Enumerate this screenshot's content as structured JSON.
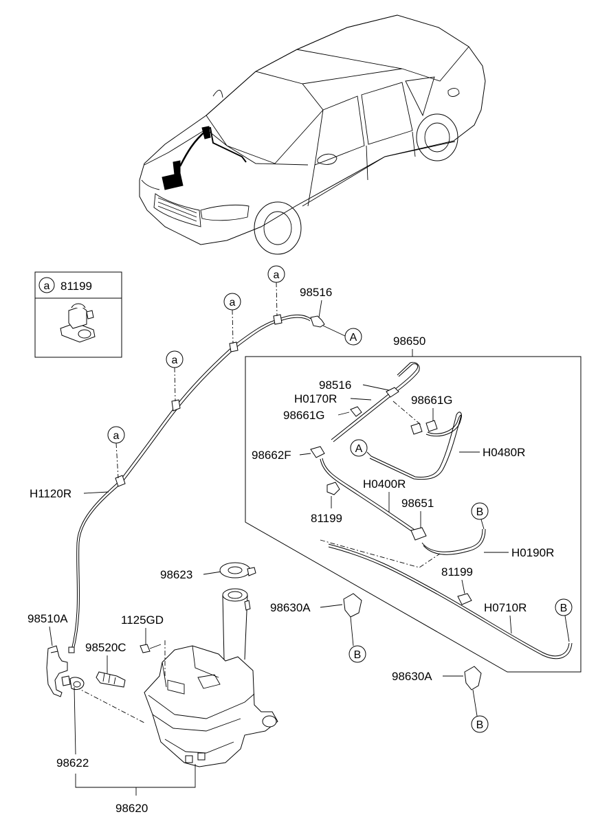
{
  "diagram": {
    "legend_box": {
      "callout": "a",
      "part_number": "81199"
    },
    "callouts": {
      "a": "a",
      "A": "A",
      "B": "B"
    },
    "labels": {
      "p98516_top": "98516",
      "p98650": "98650",
      "p98516_kit": "98516",
      "pH0170R": "H0170R",
      "p98661G_left": "98661G",
      "p98661G_right": "98661G",
      "p98662F": "98662F",
      "pH0480R": "H0480R",
      "pH0400R": "H0400R",
      "p98651": "98651",
      "p81199_left": "81199",
      "p81199_right": "81199",
      "pH0190R": "H0190R",
      "pH0710R": "H0710R",
      "pH1120R": "H1120R",
      "p98623": "98623",
      "p98630A_upper": "98630A",
      "p98630A_lower": "98630A",
      "p98510A": "98510A",
      "p1125GD": "1125GD",
      "p98520C": "98520C",
      "p98622": "98622",
      "p98620": "98620"
    }
  }
}
